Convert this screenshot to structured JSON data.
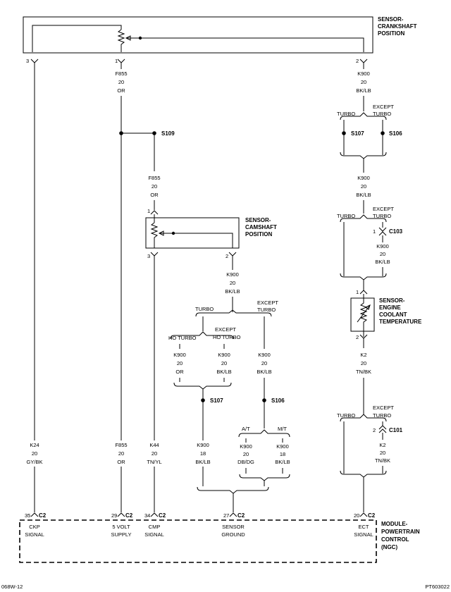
{
  "components": {
    "ckp_sensor": [
      "SENSOR-",
      "CRANKSHAFT",
      "POSITION"
    ],
    "cmp_sensor": [
      "SENSOR-",
      "CAMSHAFT",
      "POSITION"
    ],
    "ect_sensor": [
      "SENSOR-",
      "ENGINE",
      "COOLANT",
      "TEMPERATURE"
    ],
    "pcm": [
      "MODULE-",
      "POWERTRAIN",
      "CONTROL",
      "(NGC)"
    ]
  },
  "pins": {
    "ckp_3": "3",
    "ckp_1": "1",
    "ckp_2": "2",
    "cmp_1": "1",
    "cmp_3": "3",
    "cmp_2": "2",
    "ect_1": "1",
    "ect_2": "2",
    "c103_pin": "1",
    "c101_pin": "2"
  },
  "connectors": {
    "c103": "C103",
    "c101": "C101"
  },
  "splices": {
    "s109": "S109",
    "s107": "S107",
    "s106": "S106"
  },
  "wires": {
    "f855": [
      "F855",
      "20",
      "OR"
    ],
    "k900": [
      "K900",
      "20",
      "BK/LB"
    ],
    "k900_18": [
      "K900",
      "18",
      "BK/LB"
    ],
    "k900_or": [
      "K900",
      "20",
      "OR"
    ],
    "k900_dbdg": [
      "K900",
      "20",
      "DB/DG"
    ],
    "k24": [
      "K24",
      "20",
      "GY/BK"
    ],
    "k44": [
      "K44",
      "20",
      "TN/YL"
    ],
    "k2": [
      "K2",
      "20",
      "TN/BK"
    ]
  },
  "options": {
    "turbo": "TURBO",
    "except": "EXCEPT",
    "except_turbo": "TURBO",
    "ho_turbo": "HO TURBO",
    "except_ho": "EXCEPT",
    "except_ho_2": "HO TURBO",
    "at": "A/T",
    "mt": "M/T"
  },
  "pcm_pins": [
    {
      "num": "35",
      "conn": "C2",
      "label": [
        "CKP",
        "SIGNAL"
      ]
    },
    {
      "num": "29",
      "conn": "C2",
      "label": [
        "5 VOLT",
        "SUPPLY"
      ]
    },
    {
      "num": "34",
      "conn": "C2",
      "label": [
        "CMP",
        "SIGNAL"
      ]
    },
    {
      "num": "27",
      "conn": "C2",
      "label": [
        "SENSOR",
        "GROUND"
      ]
    },
    {
      "num": "20",
      "conn": "C2",
      "label": [
        "ECT",
        "SIGNAL"
      ]
    }
  ],
  "footer": {
    "left": "068W-12",
    "right": "PT603022"
  }
}
